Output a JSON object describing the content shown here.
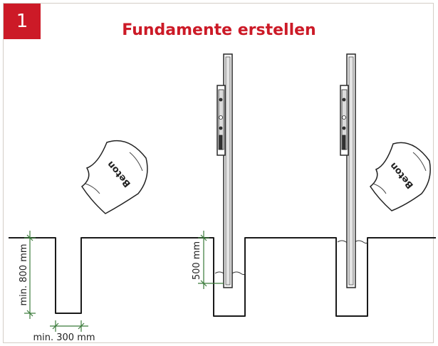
{
  "header": {
    "step_number": "1",
    "title": "Fundamente erstellen",
    "accent_color": "#cc1a27"
  },
  "diagram": {
    "concrete_label": "Beton",
    "dimensions": {
      "depth_label": "min. 800 mm",
      "width_label": "min. 300 mm",
      "post_depth_label": "500 mm"
    }
  }
}
